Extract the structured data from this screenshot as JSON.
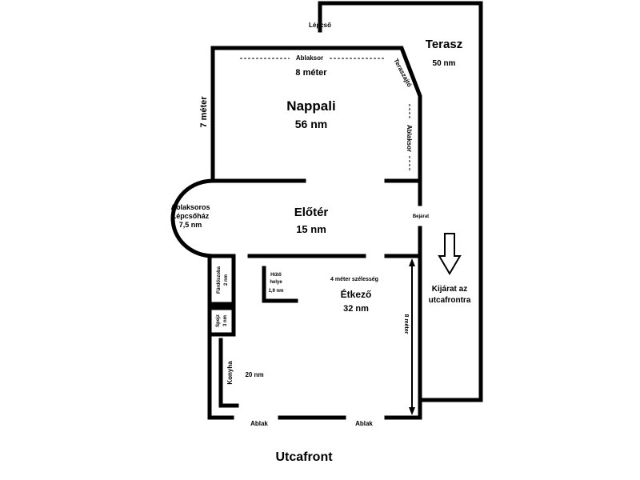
{
  "rooms": {
    "nappali": {
      "name": "Nappali",
      "area": "56 nm"
    },
    "eloter": {
      "name": "Előtér",
      "area": "15 nm"
    },
    "etkezo": {
      "name": "Étkező",
      "area": "32 nm"
    },
    "terasz": {
      "name": "Terasz",
      "area": "50 nm"
    },
    "lepcsohaz": {
      "line1": "Ablaksoros",
      "line2": "Lépcsőház",
      "line3": "7,5 nm"
    },
    "hutohelye": {
      "line1": "Hűtő",
      "line2": "helye",
      "line3": "1,9 nm"
    },
    "furdoszoba": {
      "name": "Fürdőszoba",
      "area": "2 nm"
    },
    "spejz": {
      "name": "Spejz",
      "area": "3 nm"
    },
    "konyha": {
      "name": "Konyha",
      "area": "20 nm"
    }
  },
  "labels": {
    "lepcso": "Lépcső",
    "ablaksor": "Ablaksor",
    "nyolc_meter": "8 méter",
    "het_meter": "7 méter",
    "teraszajto": "Teraszajtó",
    "bejarat": "Bejárat",
    "negy_meter": "4 méter szélesség",
    "nyolc_meter_vert": "8 méter",
    "kijarat1": "Kijárat az",
    "kijarat2": "utcafrontra",
    "ablak": "Ablak",
    "utcafront": "Utcafront"
  }
}
